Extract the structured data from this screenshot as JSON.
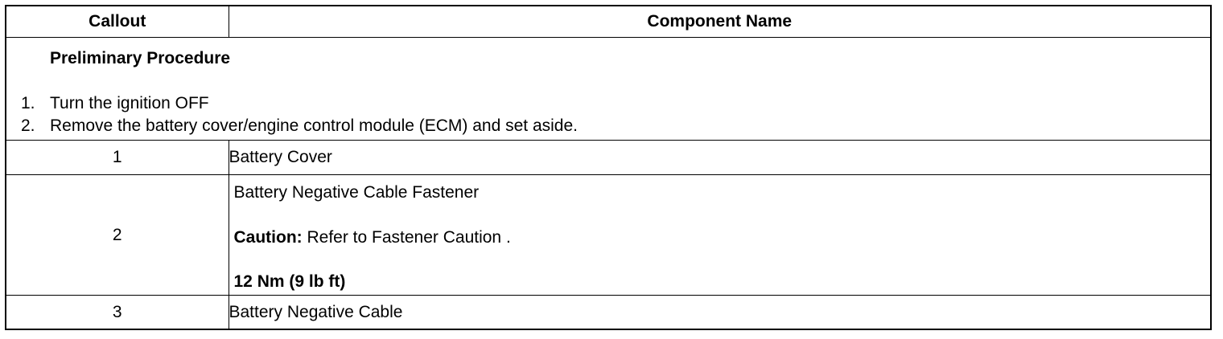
{
  "table": {
    "header": {
      "callout": "Callout",
      "component_name": "Component Name"
    },
    "preliminary": {
      "title": "Preliminary Procedure",
      "steps": [
        {
          "num": "1.",
          "text": "Turn the ignition OFF"
        },
        {
          "num": "2.",
          "text": "Remove the battery cover/engine control module (ECM) and set aside."
        }
      ]
    },
    "rows": [
      {
        "callout": "1",
        "name": "Battery Cover"
      },
      {
        "callout": "2",
        "name": "Battery Negative Cable Fastener",
        "caution_label": "Caution:",
        "caution_text": " Refer to Fastener Caution .",
        "torque": "12 Nm (9 lb ft)"
      },
      {
        "callout": "3",
        "name": "Battery Negative Cable"
      }
    ]
  }
}
